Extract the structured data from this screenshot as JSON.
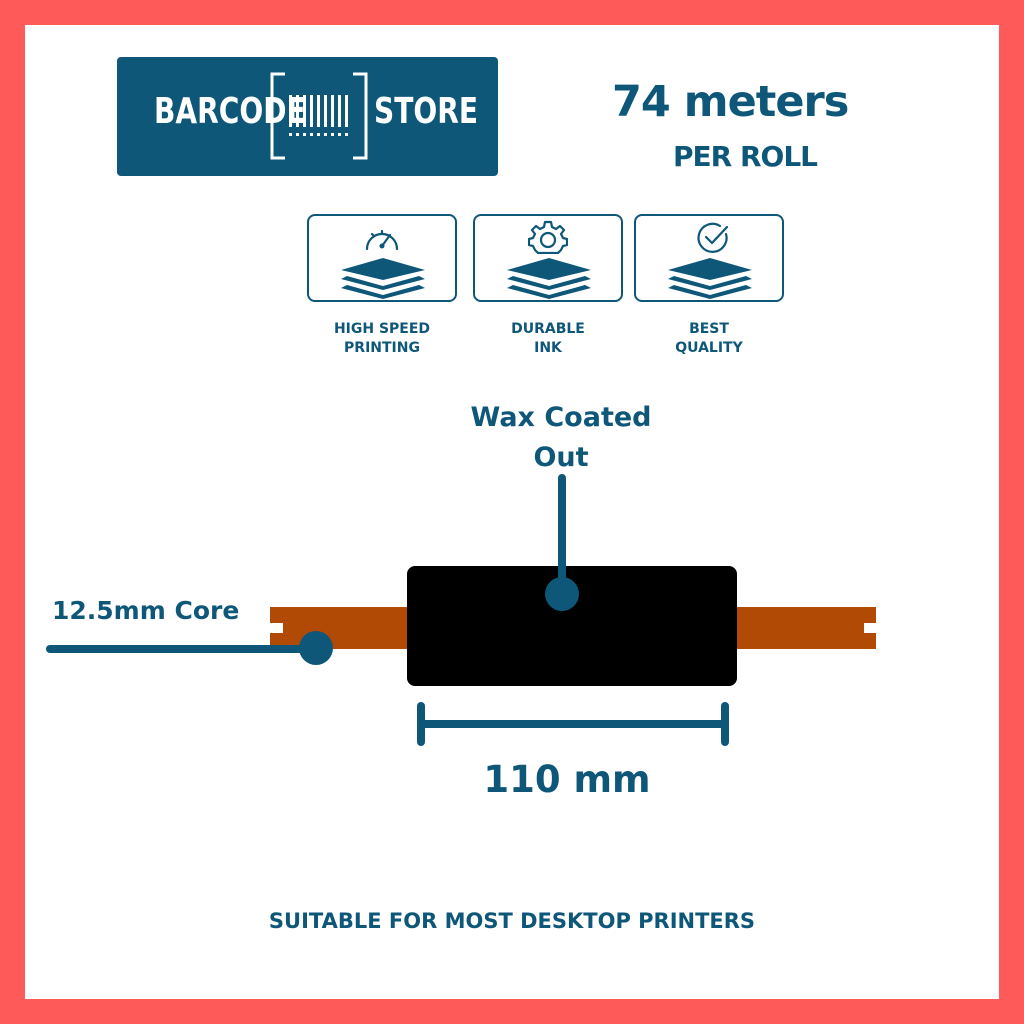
{
  "brand": {
    "left_word": "BARCODE",
    "right_word": "STORE",
    "color": "#0e5778"
  },
  "headline": {
    "length": "74 meters",
    "per": "PER ROLL"
  },
  "features": [
    {
      "icon": "speedometer-icon",
      "line1": "HIGH SPEED",
      "line2": "PRINTING"
    },
    {
      "icon": "gear-icon",
      "line1": "DURABLE",
      "line2": "INK"
    },
    {
      "icon": "checkmark-icon",
      "line1": "BEST",
      "line2": "QUALITY"
    }
  ],
  "diagram": {
    "coating": {
      "line1": "Wax Coated",
      "line2": "Out"
    },
    "core": "12.5mm Core",
    "width": "110 mm",
    "ribbon_color": "#000000",
    "core_color": "#b14a04"
  },
  "footer": "SUITABLE FOR MOST DESKTOP PRINTERS",
  "colors": {
    "frame": "#ff5a5a",
    "accent": "#0e5778"
  }
}
